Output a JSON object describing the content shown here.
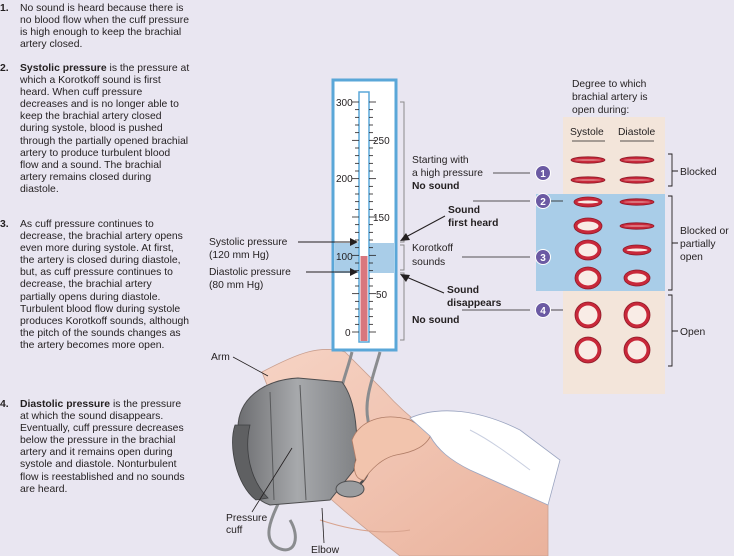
{
  "steps": [
    {
      "num": "1.",
      "lead": "",
      "text": "No sound is heard because there is no blood flow when the cuff pressure is high enough to keep the brachial artery closed."
    },
    {
      "num": "2.",
      "lead": "Systolic pressure",
      "text": " is the pressure at which a Korotkoff sound is first heard. When cuff pressure decreases and is no longer able to keep the brachial artery closed during systole, blood is pushed through the partially opened brachial artery to produce turbulent blood flow and a sound. The brachial artery remains closed during diastole."
    },
    {
      "num": "3.",
      "lead": "",
      "text": "As cuff pressure continues to decrease, the brachial artery opens even more during systole. At first, the artery is closed during diastole, but, as cuff pressure continues to decrease, the brachial artery partially opens during diastole. Turbulent blood flow during systole produces Korotkoff sounds, although the pitch of the sounds changes as the artery becomes more open."
    },
    {
      "num": "4.",
      "lead": "Diastolic pressure",
      "text": " is the pressure at which the sound disappears. Eventually, cuff pressure decreases below the pressure in the brachial artery and it remains open during systole and diastole. Nonturbulent flow is reestablished and no sounds are heard."
    }
  ],
  "gauge": {
    "left_ticks": [
      "300",
      "200",
      "100",
      "0"
    ],
    "right_ticks": [
      "250",
      "150",
      "50"
    ],
    "systolic_label_1": "Systolic pressure",
    "systolic_label_2": "(120 mm Hg)",
    "diastolic_label_1": "Diastolic pressure",
    "diastolic_label_2": "(80 mm Hg)"
  },
  "middle_labels": {
    "start_1": "Starting with",
    "start_2": "a high pressure",
    "start_3": "No sound",
    "sound_first_1": "Sound",
    "sound_first_2": "first heard",
    "korotkoff_1": "Korotkoff",
    "korotkoff_2": "sounds",
    "disappears_1": "Sound",
    "disappears_2": "disappears",
    "no_sound": "No sound"
  },
  "badges": [
    "1",
    "2",
    "3",
    "4"
  ],
  "artery_panel": {
    "header_1": "Degree to which",
    "header_2": "brachial artery is",
    "header_3": "open during:",
    "col_systole": "Systole",
    "col_diastole": "Diastole",
    "blocked": "Blocked",
    "partial_1": "Blocked or",
    "partial_2": "partially",
    "partial_3": "open",
    "open": "Open"
  },
  "arm_labels": {
    "arm": "Arm",
    "cuff_1": "Pressure",
    "cuff_2": "cuff",
    "elbow": "Elbow"
  },
  "colors": {
    "background": "#e9e6f1",
    "panel": "#f3e5da",
    "korotkoff_band": "#a9cde8",
    "mercury": "#d9777e",
    "artery_red": "#c8283a",
    "badge": "#6b5aa3"
  }
}
